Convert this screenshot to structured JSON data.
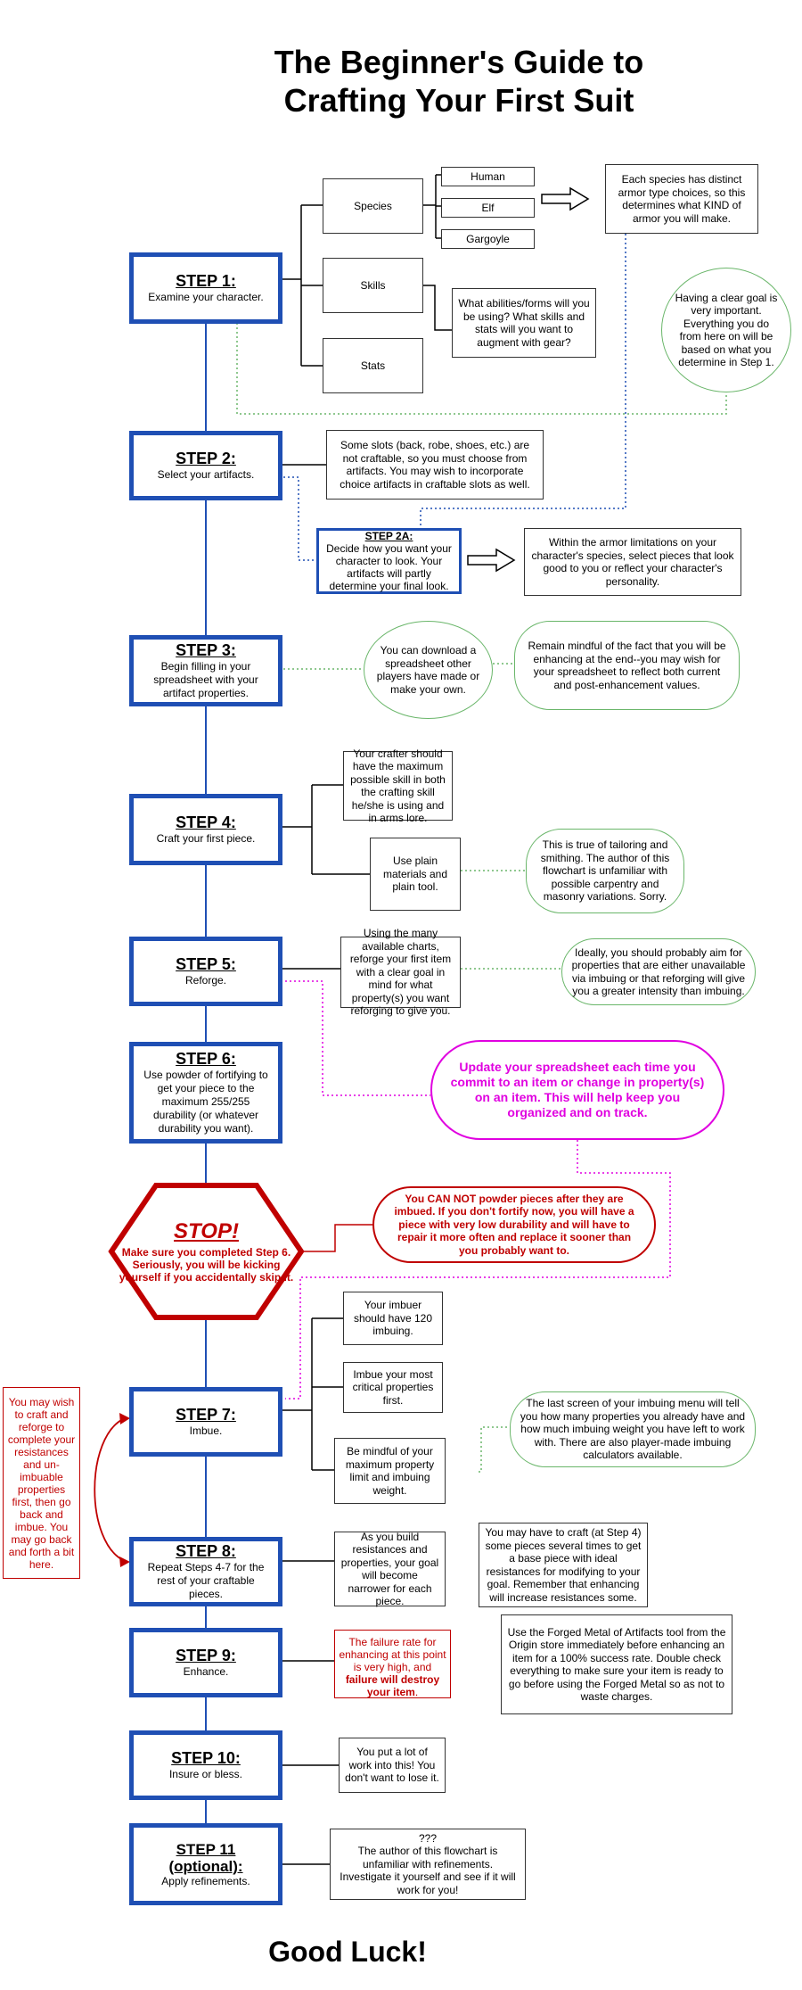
{
  "title": {
    "line1": "The Beginner's Guide to",
    "line2": "Crafting Your First Suit"
  },
  "footer": "Good Luck!",
  "steps": [
    {
      "heading": "STEP 1:",
      "sub": "Examine your character."
    },
    {
      "heading": "STEP 2:",
      "sub": "Select your artifacts."
    },
    {
      "heading": "STEP 3:",
      "sub": "Begin filling in your spreadsheet with your artifact properties."
    },
    {
      "heading": "STEP 4:",
      "sub": "Craft your first piece."
    },
    {
      "heading": "STEP 5:",
      "sub": "Reforge."
    },
    {
      "heading": "STEP 6:",
      "sub": "Use powder of fortifying to get your piece to the maximum 255/255 durability (or whatever durability you want)."
    },
    {
      "heading": "STEP 7:",
      "sub": "Imbue."
    },
    {
      "heading": "STEP 8:",
      "sub": "Repeat Steps 4-7 for the rest of your craftable pieces."
    },
    {
      "heading": "STEP 9:",
      "sub": "Enhance."
    },
    {
      "heading": "STEP 10:",
      "sub": "Insure or bless."
    },
    {
      "heading": "STEP 11 (optional):",
      "sub": "Apply refinements."
    }
  ],
  "step1": {
    "branches": [
      "Species",
      "Skills",
      "Stats"
    ],
    "species": [
      "Human",
      "Elf",
      "Gargoyle"
    ],
    "species_note": "Each species has distinct armor type choices, so this determines what KIND of armor you will make.",
    "skills_note": "What abilities/forms will you be using? What skills and stats will you want to augment with gear?",
    "goal_note": "Having a clear goal is very important. Everything you do from here on will be based on what you determine in Step 1."
  },
  "step2": {
    "note": "Some slots (back, robe, shoes, etc.) are not craftable, so you must choose from artifacts. You may wish to incorporate choice artifacts in craftable slots as well.",
    "sub_heading": "STEP 2A:",
    "sub_text": "Decide how you want your character to look. Your artifacts will partly determine your final look.",
    "look_note": "Within the armor limitations on your character's species, select pieces that look good to you or reflect your character's personality."
  },
  "step3": {
    "note1": "You can download a spreadsheet other players have made or make your own.",
    "note2": "Remain mindful of the fact that you will be enhancing at the end--you may wish for your spreadsheet to reflect both current and post-enhancement values."
  },
  "step4": {
    "note1": "Your crafter should have the maximum possible skill in both the crafting skill he/she is using and in arms lore.",
    "note2": "Use plain materials and plain tool.",
    "note3": "This is true of tailoring and smithing. The author of this flowchart is unfamiliar with possible carpentry and masonry variations. Sorry."
  },
  "step5": {
    "note1": "Using the many available charts, reforge your first item with a clear goal in mind for what property(s) you want reforging to give you.",
    "note2": "Ideally, you should probably aim for properties that are either unavailable via imbuing or that reforging will give you a greater intensity than imbuing."
  },
  "spreadsheet_note": "Update your spreadsheet each time you commit to an item or change in property(s) on an item. This will help keep you organized and on track.",
  "stop": {
    "heading": "STOP!",
    "text": "Make sure you completed Step 6. Seriously, you will be kicking yourself if you accidentally skip it.",
    "note": "You CAN NOT powder pieces after they are imbued. If you don't fortify now, you will have a piece with very low durability and will have to repair it more often and replace it sooner than you probably want to."
  },
  "step7": {
    "note1": "Your imbuer should have 120 imbuing.",
    "note2": "Imbue your most critical properties first.",
    "note3": "Be mindful of your maximum property limit and imbuing weight.",
    "note4": "The last screen of your imbuing menu will tell you how many properties you already have and how much imbuing weight you have left to work with. There are also player-made imbuing calculators available."
  },
  "loop_note": "You may wish to craft and reforge to complete your resistances and un-imbuable properties first, then go back and imbue. You may go back and forth a bit here.",
  "step8": {
    "note1": "As you build resistances and properties, your goal will become narrower for each piece.",
    "note2": "You may have to craft (at Step 4) some pieces several times to get a base piece with ideal resistances for modifying to your goal. Remember that enhancing will increase resistances some."
  },
  "step9": {
    "warn_a": "The failure rate for enhancing at this point is very high, and ",
    "warn_b": "failure will destroy your item",
    "warn_c": ".",
    "note": "Use the Forged Metal of Artifacts tool from the Origin store immediately before enhancing an item for a 100% success rate. Double check everything to make sure your item is ready to go before using the Forged Metal so as not to waste charges."
  },
  "step10": {
    "note": "You put a lot of work into this! You don't want to lose it."
  },
  "step11": {
    "q": "???",
    "note": "The author of this flowchart is unfamiliar with refinements. Investigate it yourself and see if it will work for you!"
  },
  "colors": {
    "step_border": "#1f4fb4",
    "bubble_border": "#6ab66a",
    "stop_red": "#c00000",
    "spreadsheet_magenta": "#e000e0"
  }
}
